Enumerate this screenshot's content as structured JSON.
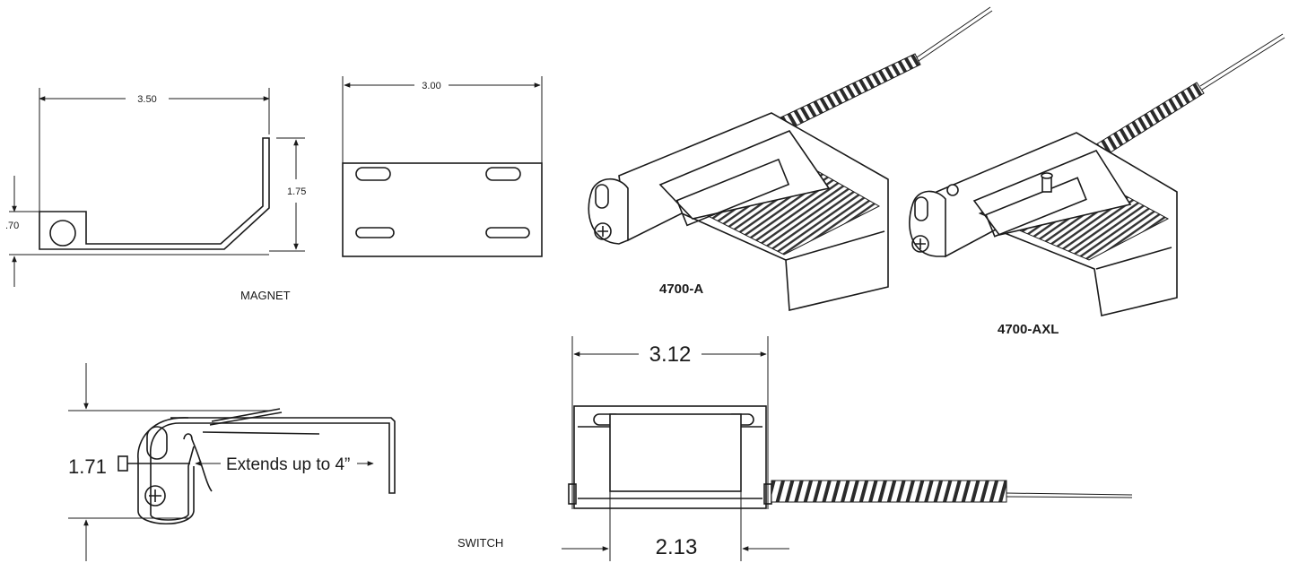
{
  "magnet": {
    "label": "MAGNET",
    "dim_width_side": "3.50",
    "dim_width_front": "3.00",
    "dim_height": "1.75",
    "dim_hole": ".70"
  },
  "switch": {
    "label": "SWITCH",
    "dim_height": "1.71",
    "extends_note": "Extends up to 4”",
    "dim_overall": "3.12",
    "dim_inner": "2.13"
  },
  "models": {
    "a": "4700-A",
    "axl": "4700-AXL"
  }
}
